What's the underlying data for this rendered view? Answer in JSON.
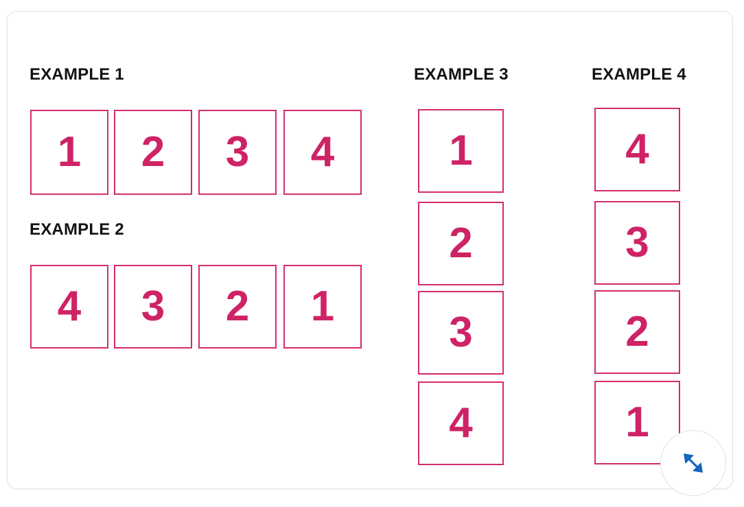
{
  "card": {
    "border_color": "#e2e2e2",
    "background": "#ffffff"
  },
  "theme": {
    "tile_border_color": "#d32a6e",
    "tile_text_color": "#ce2366",
    "label_color": "#121212",
    "resize_icon_color": "#1565c0"
  },
  "examples": [
    {
      "id": "example-1",
      "label": "EXAMPLE 1",
      "orientation": "horizontal",
      "tiles": [
        "1",
        "2",
        "3",
        "4"
      ]
    },
    {
      "id": "example-2",
      "label": "EXAMPLE 2",
      "orientation": "horizontal",
      "tiles": [
        "4",
        "3",
        "2",
        "1"
      ]
    },
    {
      "id": "example-3",
      "label": "EXAMPLE 3",
      "orientation": "vertical",
      "tiles": [
        "1",
        "2",
        "3",
        "4"
      ]
    },
    {
      "id": "example-4",
      "label": "EXAMPLE 4",
      "orientation": "vertical",
      "tiles": [
        "4",
        "3",
        "2",
        "1"
      ]
    }
  ],
  "controls": {
    "resize_handle": {
      "icon": "resize-diagonal-icon"
    }
  }
}
